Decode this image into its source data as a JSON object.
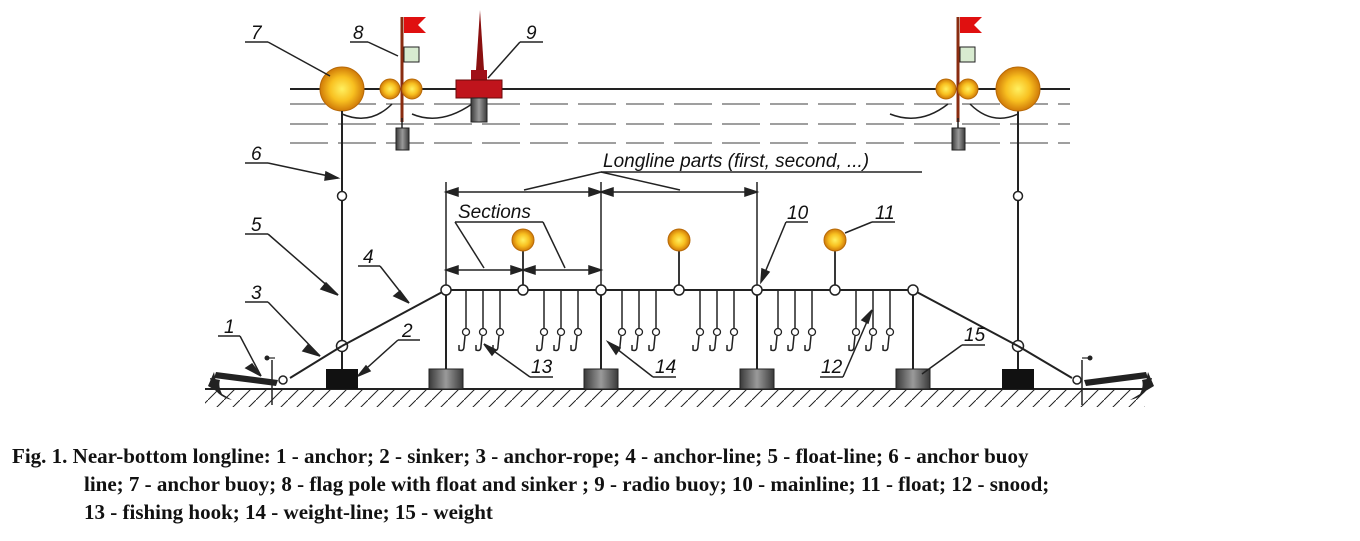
{
  "diagram": {
    "header_label": "Longline parts (first, second, ...)",
    "sections_label": "Sections",
    "numbers": [
      "1",
      "2",
      "3",
      "4",
      "5",
      "6",
      "7",
      "8",
      "9",
      "10",
      "11",
      "12",
      "13",
      "14",
      "15"
    ],
    "colors": {
      "float_outer": "#d98a10",
      "float_inner": "#ffe040",
      "radio_buoy": "#c0141c",
      "flag": "#e01010",
      "flag_pole": "#8a2c10",
      "sinker": "#111111",
      "weight": "#555555"
    }
  },
  "caption": {
    "fig": "Fig. 1.",
    "line1": "Near-bottom longline: 1 - anchor; 2 - sinker; 3 - anchor-rope; 4 - anchor-line; 5 - float-line; 6 - anchor buoy",
    "line2": "line; 7 - anchor buoy; 8 - flag pole with float and sinker ; 9 - radio buoy; 10 - mainline; 11 - float; 12 - snood;",
    "line3": "13 - fishing hook; 14 - weight-line; 15 - weight"
  }
}
